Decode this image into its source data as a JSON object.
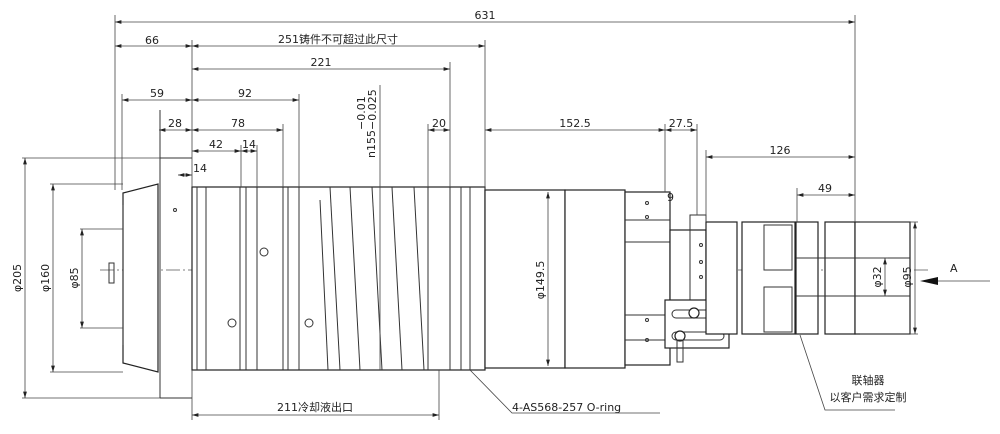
{
  "dimensions": {
    "overall": "631",
    "nose_len": "66",
    "casting_len": "251铸件不可超过此尺寸",
    "body_221": "221",
    "nose_59": "59",
    "body_92": "92",
    "nose_28": "28",
    "body_78": "78",
    "groove_20": "20",
    "motor_152_5": "152.5",
    "flange_27_5": "27.5",
    "groove_42": "42",
    "groove_14a": "14",
    "groove_14b": "14",
    "coupling_126": "126",
    "coupling_49": "49",
    "small_9": "9",
    "coolant_211": "211冷却液出口",
    "fit_main": "n155",
    "fit_upper": "−0.01",
    "fit_lower": "−0.025"
  },
  "diameters": {
    "d205": "φ205",
    "d160": "φ160",
    "d85": "φ85",
    "d149_5": "φ149.5",
    "d32": "φ32",
    "d95": "φ95"
  },
  "annotations": {
    "oring": "4-AS568-257 O-ring",
    "coupling_title": "联轴器",
    "coupling_note": "以客户需求定制",
    "view_label": "A"
  }
}
